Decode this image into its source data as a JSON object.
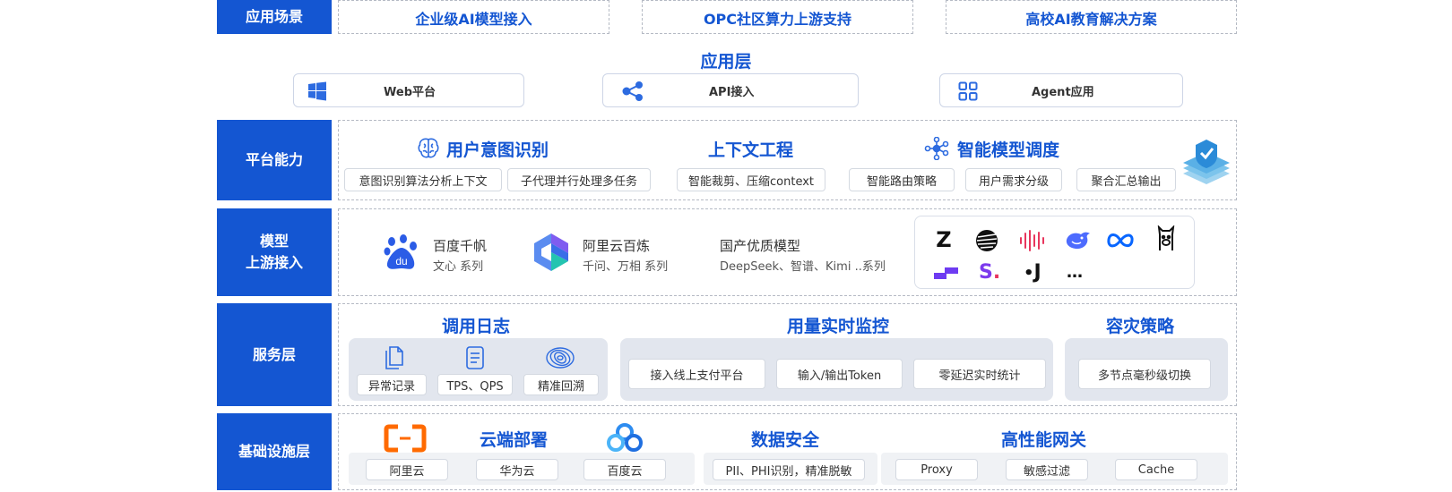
{
  "scenario": {
    "label": "应用场景",
    "items": [
      "企业级AI模型接入",
      "OPC社区算力上游支持",
      "高校AI教育解决方案"
    ]
  },
  "app_layer": {
    "title": "应用层",
    "items": [
      {
        "label": "Web平台",
        "icon": "windows-icon"
      },
      {
        "label": "API接入",
        "icon": "share-nodes-icon"
      },
      {
        "label": "Agent应用",
        "icon": "grid-icon"
      }
    ]
  },
  "platform": {
    "label": "平台能力",
    "groups": [
      {
        "title": "用户意图识别",
        "icon": "brain-icon",
        "pills": [
          "意图识别算法分析上下文",
          "子代理并行处理多任务"
        ]
      },
      {
        "title": "上下文工程",
        "pills": [
          "智能裁剪、压缩context"
        ]
      },
      {
        "title": "智能模型调度",
        "icon": "network-nodes-icon",
        "pills": [
          "智能路由策略",
          "用户需求分级",
          "聚合汇总输出"
        ]
      }
    ]
  },
  "models": {
    "label_line1": "模型",
    "label_line2": "上游接入",
    "providers": [
      {
        "name": "百度千帆",
        "sub": "文心 系列",
        "icon": "baidu-paw-icon",
        "icon_text": "du"
      },
      {
        "name": "阿里云百炼",
        "sub": "千问、万相 系列",
        "icon": "aliyun-bailian-icon"
      },
      {
        "name": "国产优质模型",
        "sub": "DeepSeek、智谱、Kimi ..系列"
      }
    ],
    "logos_row1": [
      {
        "icon": "zhipu-z-icon",
        "text": "Z"
      },
      {
        "icon": "stripes-sphere-icon"
      },
      {
        "icon": "audio-wave-icon"
      },
      {
        "icon": "deepseek-whale-icon"
      },
      {
        "icon": "meta-infinity-icon"
      },
      {
        "icon": "llama-icon"
      }
    ],
    "logos_row2": [
      {
        "icon": "steps-icon"
      },
      {
        "icon": "s-dot-icon",
        "text": "S"
      },
      {
        "icon": "j-dot-icon",
        "text": "J"
      },
      {
        "icon": "more-icon",
        "text": "…"
      }
    ]
  },
  "service": {
    "label": "服务层",
    "logs": {
      "title": "调用日志",
      "items": [
        {
          "label": "异常记录",
          "icon": "files-icon"
        },
        {
          "label": "TPS、QPS",
          "icon": "document-icon"
        },
        {
          "label": "精准回溯",
          "icon": "spiral-icon"
        }
      ]
    },
    "monitor": {
      "title": "用量实时监控",
      "pills": [
        "接入线上支付平台",
        "输入/输出Token",
        "零延迟实时统计"
      ]
    },
    "disaster": {
      "title": "容灾策略",
      "pills": [
        "多节点毫秒级切换"
      ]
    }
  },
  "infra": {
    "label": "基础设施层",
    "cloud": {
      "title": "云端部署",
      "pills": [
        "阿里云",
        "华为云",
        "百度云"
      ]
    },
    "security": {
      "title": "数据安全",
      "pills": [
        "PII、PHI识别，精准脱敏"
      ]
    },
    "gateway": {
      "title": "高性能网关",
      "pills": [
        "Proxy",
        "敏感过滤",
        "Cache"
      ]
    }
  },
  "colors": {
    "primary": "#1456d2",
    "orange": "#ff6a00",
    "purple": "#8b5cf6"
  }
}
